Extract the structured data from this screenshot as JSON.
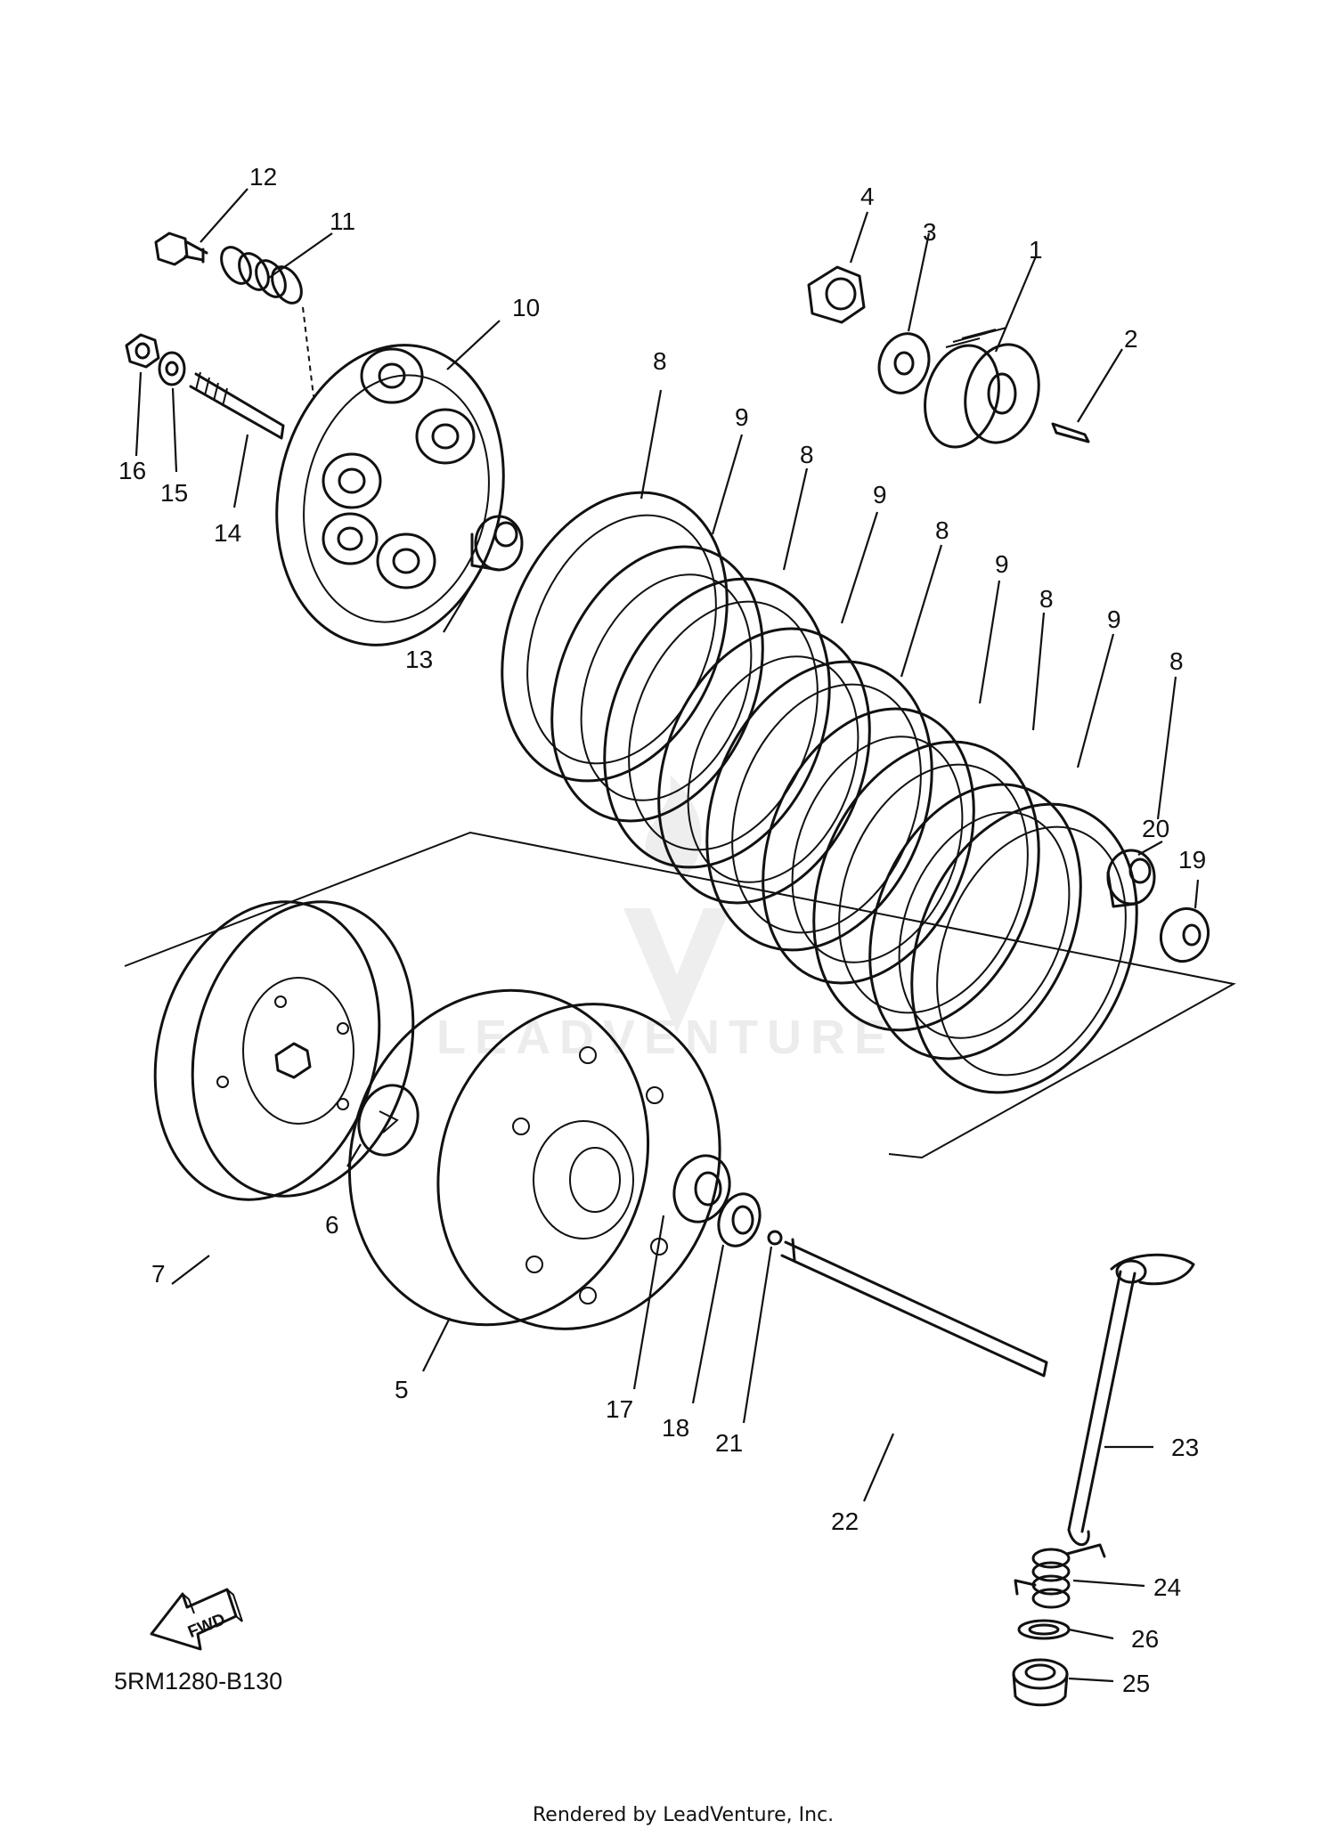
{
  "diagram": {
    "code": "5RM1280-B130",
    "footer": "Rendered by LeadVenture, Inc.",
    "watermark": "LEADVENTURE",
    "fwd_label": "FWD",
    "callouts": {
      "c1": "1",
      "c2": "2",
      "c3": "3",
      "c4": "4",
      "c5": "5",
      "c6": "6",
      "c7": "7",
      "c8a": "8",
      "c8b": "8",
      "c8c": "8",
      "c8d": "8",
      "c8e": "8",
      "c9a": "9",
      "c9b": "9",
      "c9c": "9",
      "c9d": "9",
      "c10": "10",
      "c11": "11",
      "c12": "12",
      "c13": "13",
      "c14": "14",
      "c15": "15",
      "c16": "16",
      "c17": "17",
      "c18": "18",
      "c19": "19",
      "c20": "20",
      "c21": "21",
      "c22": "22",
      "c23": "23",
      "c24": "24",
      "c25": "25",
      "c26": "26"
    }
  }
}
